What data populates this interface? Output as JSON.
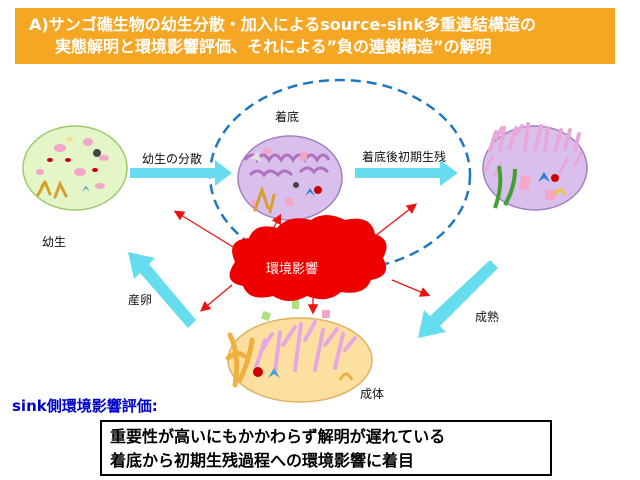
{
  "header": {
    "title_line1": "A)サンゴ礁生物の幼生分散・加入によるsource-sink多重連結構造の",
    "title_line2": "実態解明と環境影響評価、それによる”負の連鎖構造”の解明"
  },
  "diagram": {
    "larva_label": "幼生",
    "dispersal_label": "幼生の分散",
    "settlement_label": "着底",
    "early_survival_label": "着底後初期生残",
    "spawning_label": "産卵",
    "maturation_label": "成熟",
    "adult_label": "成体",
    "impact_label": "環境影響"
  },
  "section": {
    "heading": "sink側環境影響評価:",
    "box_line1": "重要性が高いにもかかわらず解明が遅れている",
    "box_line2": "着底から初期生残過程への環境影響に着目"
  },
  "colors": {
    "banner": "#f5a623",
    "cycle_arrow": "#66ddee",
    "impact_cloud": "#ee0000",
    "impact_arrow": "#ee1111",
    "dashed_ellipse": "#1f77c4",
    "heading_text": "#0000cc"
  }
}
